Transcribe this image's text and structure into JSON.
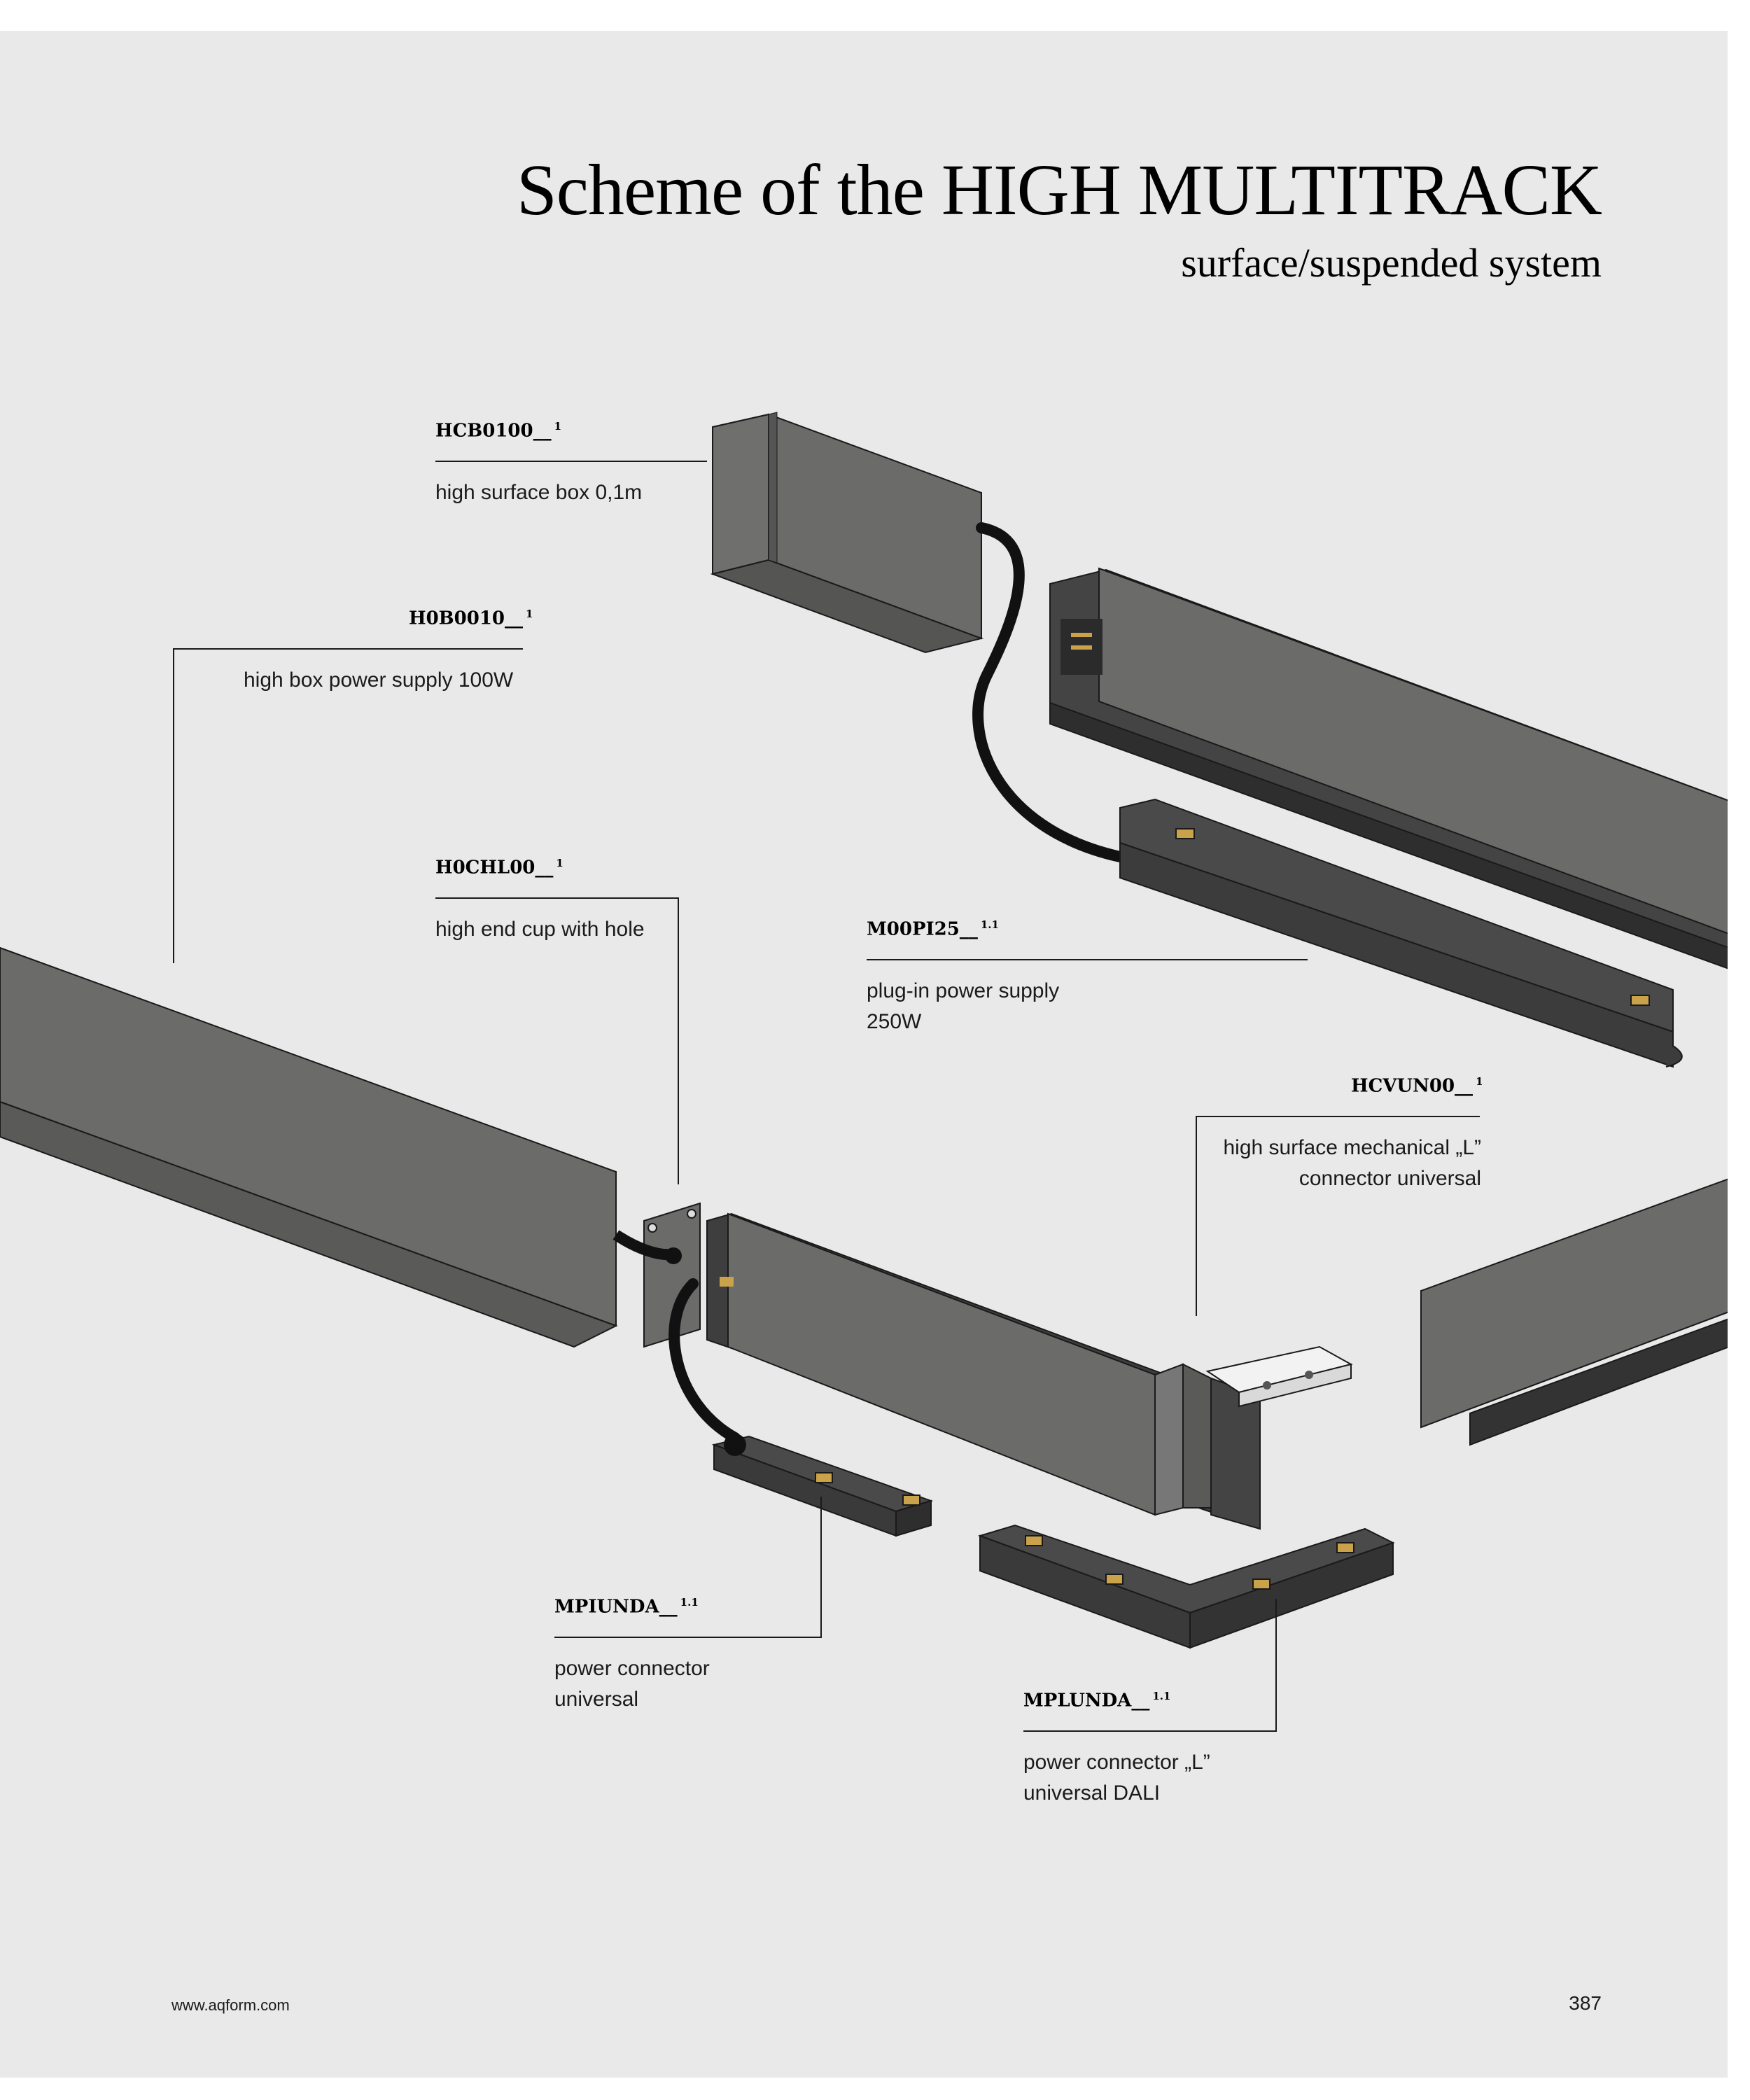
{
  "header": {
    "title": "Scheme of the HIGH MULTITRACK",
    "subtitle": "surface/suspended system"
  },
  "labels": {
    "hcb": {
      "code": "HCB0100__",
      "sup": "1",
      "desc": "high surface box 0,1m"
    },
    "hob": {
      "code": "H0B0010__",
      "sup": "1",
      "desc": "high box power supply 100W"
    },
    "hochl": {
      "code": "H0CHL00__",
      "sup": "1",
      "desc": "high end cup with hole"
    },
    "moopi": {
      "code": "M00PI25__",
      "sup": "1.1",
      "desc_line1": "plug-in power supply",
      "desc_line2": "250W"
    },
    "hcvun": {
      "code": "HCVUN00__",
      "sup": "1",
      "desc_line1": "high surface mechanical „L”",
      "desc_line2": "connector universal"
    },
    "mpiunda": {
      "code": "MPIUNDA__",
      "sup": "1.1",
      "desc_line1": "power connector",
      "desc_line2": "universal"
    },
    "mplunda": {
      "code": "MPLUNDA__",
      "sup": "1.1",
      "desc_line1": "power connector „L”",
      "desc_line2": "universal DALI"
    }
  },
  "footer": {
    "url": "www.aqform.com",
    "page_number": "387"
  },
  "colors": {
    "page_background": "#e9e9e9",
    "profile_face": "#6b6b6a",
    "profile_dark": "#3e3e3e",
    "accent_led": "#c9a24a"
  }
}
